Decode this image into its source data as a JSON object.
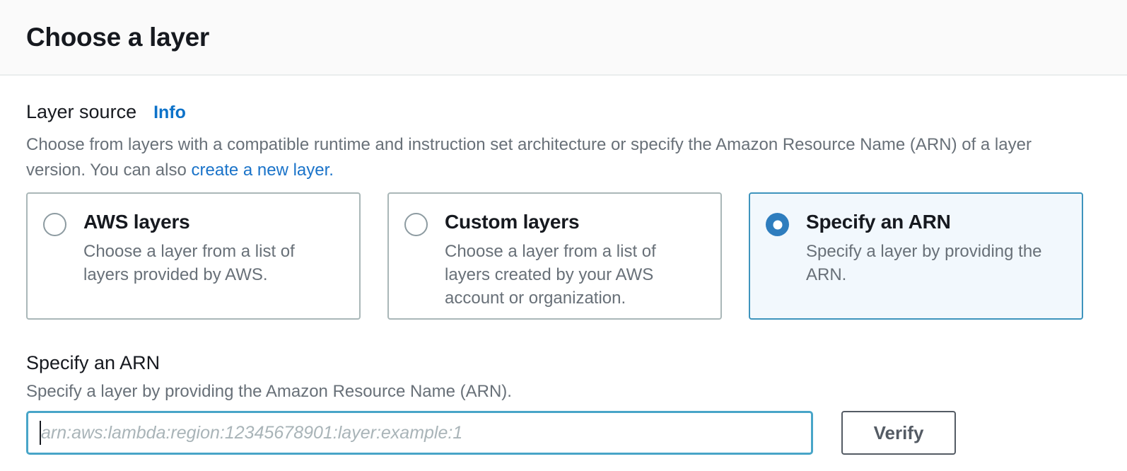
{
  "header": {
    "title": "Choose a layer"
  },
  "layer_source": {
    "label": "Layer source",
    "info_link": "Info",
    "description_before_link": "Choose from layers with a compatible runtime and instruction set architecture or specify the Amazon Resource Name (ARN) of a layer version. You can also ",
    "create_link": "create a new layer."
  },
  "tiles": [
    {
      "title": "AWS layers",
      "description": "Choose a layer from a list of layers provided by AWS.",
      "selected": false
    },
    {
      "title": "Custom layers",
      "description": "Choose a layer from a list of layers created by your AWS account or organization.",
      "selected": false
    },
    {
      "title": "Specify an ARN",
      "description": "Specify a layer by providing the ARN.",
      "selected": true
    }
  ],
  "arn_section": {
    "label": "Specify an ARN",
    "description": "Specify a layer by providing the Amazon Resource Name (ARN).",
    "input_placeholder": "arn:aws:lambda:region:12345678901:layer:example:1",
    "verify_button": "Verify"
  },
  "colors": {
    "link_blue": "#0d72c9",
    "radio_selected_blue": "#2e7dbe",
    "selected_tile_border": "#3e94bd",
    "selected_tile_background": "#f2f8fd",
    "input_focus_border": "#48a5c8",
    "header_background": "#fafafa",
    "divider": "#eaeded",
    "dark_text": "#16191f",
    "gray_text": "#687078"
  }
}
